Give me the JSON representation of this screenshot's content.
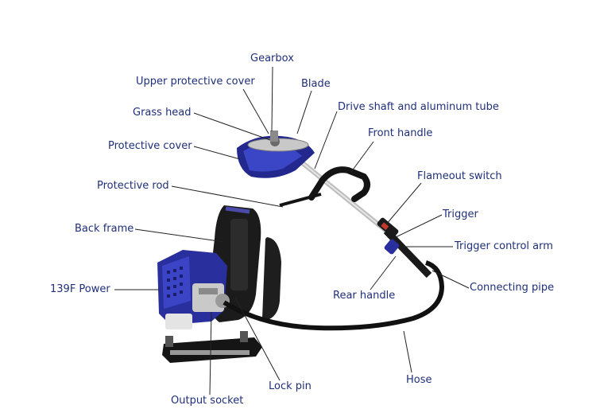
{
  "labels": {
    "gearbox": "Gearbox",
    "upper_protective_cover": "Upper protective cover",
    "blade": "Blade",
    "grass_head": "Grass head",
    "drive_shaft": "Drive shaft and aluminum tube",
    "front_handle": "Front handle",
    "protective_cover": "Protective cover",
    "protective_rod": "Protective rod",
    "flameout_switch": "Flameout switch",
    "trigger": "Trigger",
    "back_frame": "Back frame",
    "trigger_control_arm": "Trigger control arm",
    "power": "139F Power",
    "rear_handle": "Rear handle",
    "connecting_pipe": "Connecting pipe",
    "hose": "Hose",
    "lock_pin": "Lock pin",
    "output_socket": "Output socket"
  },
  "colors": {
    "label_text": "#1f2f7a",
    "leader_line": "#222222",
    "engine_blue": "#2a2f9e",
    "frame_black": "#1a1a1a",
    "metal": "#b8b8b8"
  }
}
